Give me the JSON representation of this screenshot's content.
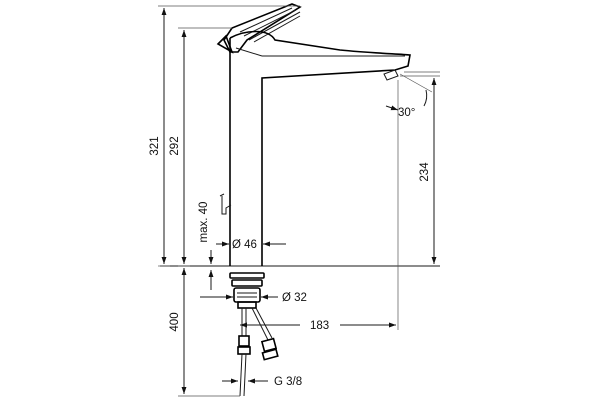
{
  "dimensions": {
    "total_height": "321",
    "spout_height": "292",
    "max_plate": "max. 40",
    "base_diameter": "Ø 46",
    "below_height": "400",
    "thread_diameter": "Ø 32",
    "spout_reach": "183",
    "connection": "G 3/8",
    "spout_clearance": "234",
    "spout_angle": "30°"
  },
  "colors": {
    "line": "#1a1a1a",
    "background": "#ffffff"
  }
}
